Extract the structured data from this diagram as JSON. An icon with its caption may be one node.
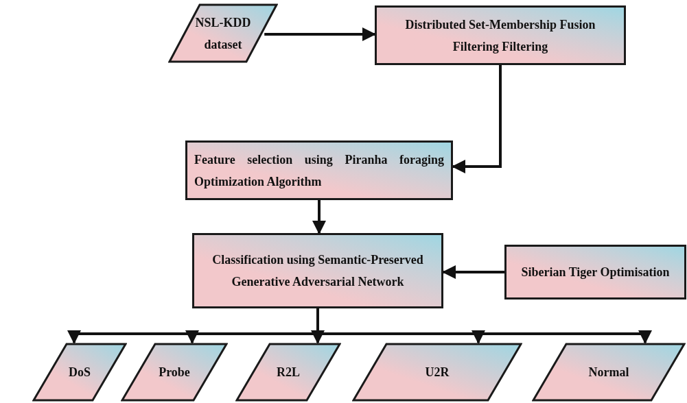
{
  "diagram": {
    "nodes": [
      {
        "text": [
          "NSL-KDD dataset"
        ]
      },
      {
        "text": [
          "Distributed Set-Membership Fusion Filtering Filtering"
        ]
      },
      {
        "text": [
          "Feature selection using Piranha foraging Optimization Algorithm"
        ]
      },
      {
        "text": [
          "Classification using Semantic-Preserved Generative Adversarial Network"
        ]
      },
      {
        "text": [
          "Siberian Tiger Optimisation"
        ]
      },
      {
        "text": [
          "DoS"
        ]
      },
      {
        "text": [
          "Probe"
        ]
      },
      {
        "text": [
          "R2L"
        ]
      },
      {
        "text": [
          "U2R"
        ]
      },
      {
        "text": [
          "Normal"
        ]
      }
    ],
    "edges": [
      {
        "from": 0,
        "to": 1,
        "arrow": "to"
      },
      {
        "from": 1,
        "to": 2,
        "arrow": "to"
      },
      {
        "from": 2,
        "to": 3,
        "arrow": "to"
      },
      {
        "from": 4,
        "to": 3,
        "arrow": "to"
      },
      {
        "from": 3,
        "to": 5,
        "arrow": "to"
      },
      {
        "from": 3,
        "to": 6,
        "arrow": "to"
      },
      {
        "from": 3,
        "to": 7,
        "arrow": "to"
      },
      {
        "from": 3,
        "to": 8,
        "arrow": "to"
      },
      {
        "from": 3,
        "to": 9,
        "arrow": "to"
      }
    ]
  }
}
